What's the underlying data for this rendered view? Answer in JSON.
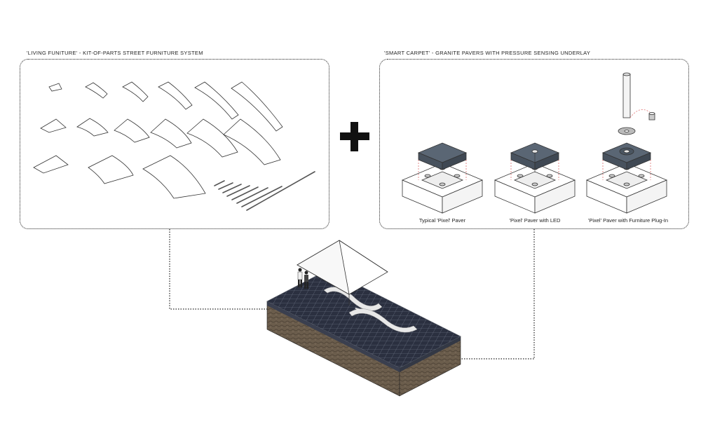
{
  "left_panel": {
    "title": "'LIVING FUNITURE' - KIT-OF-PARTS STREET FURNITURE SYSTEM"
  },
  "right_panel": {
    "title": "'SMART CARPET' - GRANITE PAVERS WITH PRESSURE SENSING UNDERLAY",
    "captions": [
      "Typical 'Pixel' Paver",
      "'Pixel' Paver with LED",
      "'Pixel' Paver with Furniture Plug-In"
    ]
  },
  "colors": {
    "paver_top": "#5a6674",
    "paver_side": "#48525e",
    "ground_dark": "#2b3040",
    "soil": "#6b5d4c",
    "line": "#222222",
    "dashed_red": "#e07070"
  },
  "icons": [
    "plus-icon",
    "umbrella-icon",
    "people-icon",
    "light-pole-icon"
  ]
}
